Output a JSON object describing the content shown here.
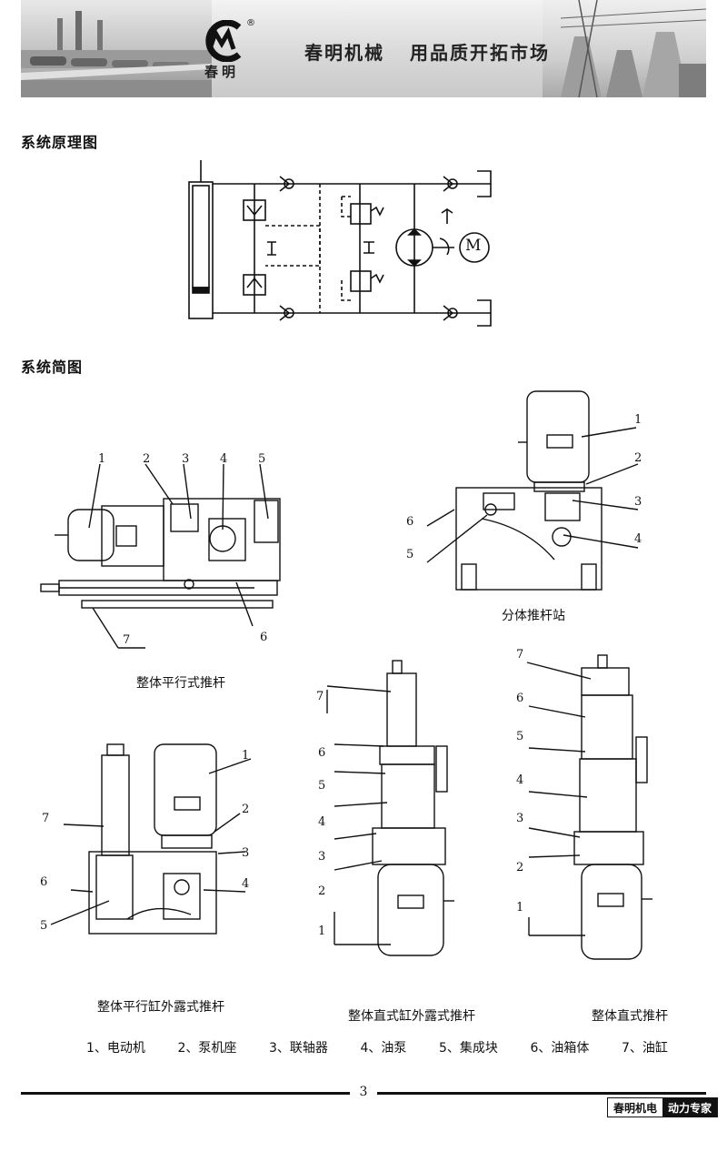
{
  "header": {
    "logo_mark": "CM",
    "logo_text": "春明",
    "registered": "®",
    "brand": "春明机械",
    "slogan": "用品质开拓市场"
  },
  "sections": {
    "principle_title": "系统原理图",
    "overview_title": "系统简图"
  },
  "diagrams": {
    "motor_symbol": "M",
    "horizontal_integral": {
      "caption": "整体平行式推杆",
      "labels": [
        "1",
        "2",
        "3",
        "4",
        "5",
        "6",
        "7"
      ]
    },
    "split_station": {
      "caption": "分体推杆站",
      "labels": [
        "1",
        "2",
        "3",
        "4",
        "5",
        "6"
      ]
    },
    "parallel_exposed": {
      "caption": "整体平行缸外露式推杆",
      "labels": [
        "1",
        "2",
        "3",
        "4",
        "5",
        "6",
        "7"
      ]
    },
    "vertical_exposed": {
      "caption": "整体直式缸外露式推杆",
      "labels": [
        "7",
        "6",
        "5",
        "4",
        "3",
        "2",
        "1"
      ]
    },
    "vertical_integral": {
      "caption": "整体直式推杆",
      "labels": [
        "7",
        "6",
        "5",
        "4",
        "3",
        "2",
        "1"
      ]
    }
  },
  "legend": [
    "1、电动机",
    "2、泵机座",
    "3、联轴器",
    "4、油泵",
    "5、集成块",
    "6、油箱体",
    "7、油缸"
  ],
  "footer": {
    "page_number": "3",
    "brand_left": "春明机电",
    "brand_right": "动力专家"
  }
}
